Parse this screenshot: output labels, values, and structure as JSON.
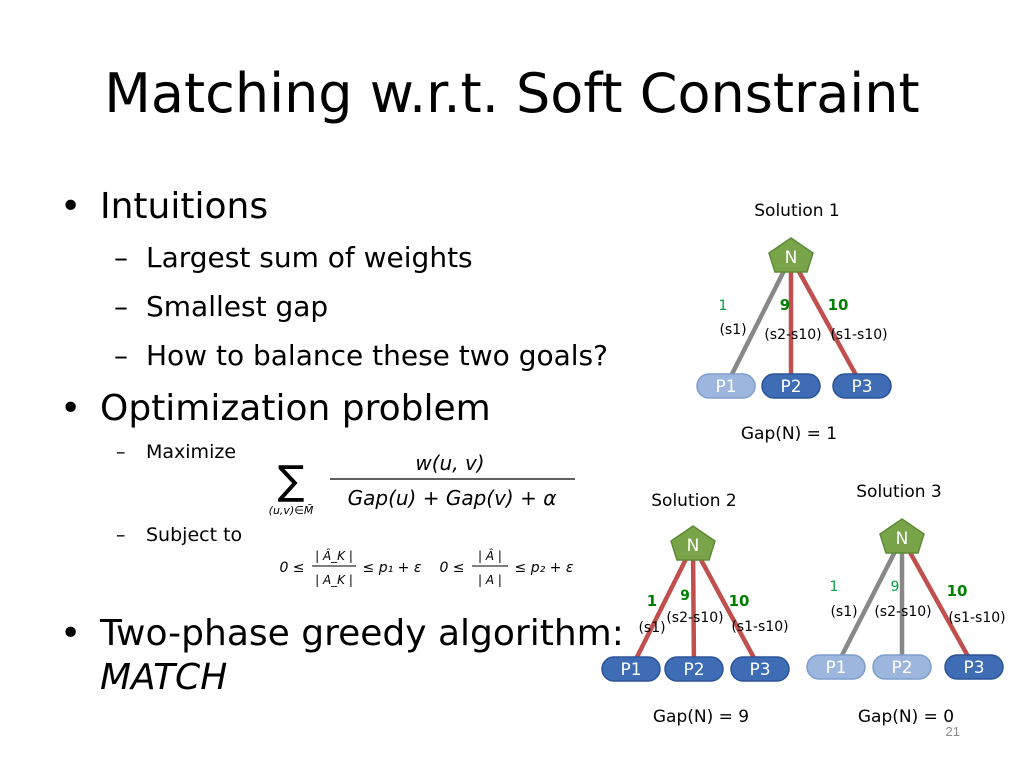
{
  "slide": {
    "title": "Matching w.r.t. Soft Constraint",
    "page_number": "21"
  },
  "bullets": {
    "intuitions": "Intuitions",
    "sub1": "Largest sum of weights",
    "sub2": "Smallest gap",
    "sub3": "How to balance these two goals?",
    "optimization": "Optimization problem",
    "maximize": "Maximize",
    "subject_to": "Subject to",
    "greedy_line1": "Two-phase greedy algorithm:",
    "greedy_line2": "MATCH",
    "bullet_glyph": "•",
    "dash_glyph": "–"
  },
  "formulas": {
    "maximize_numerator": "w(u, v)",
    "maximize_sum_sub": "(u,v)∈M̄",
    "maximize_denominator": "Gap(u) + Gap(v) + α",
    "c1_left": "0 ≤",
    "c1_num": "| Â_K |",
    "c1_den": "| A_K |",
    "c1_right": "≤ p₁ + ε",
    "c2_left": "0 ≤",
    "c2_num": "| Â |",
    "c2_den": "| A |",
    "c2_right": "≤ p₂ + ε"
  },
  "colors": {
    "node_green": "#7aa44a",
    "node_dark_blue": "#3e6db5",
    "node_light_blue": "#9db6de",
    "edge_gray": "#888888",
    "edge_red": "#c0504d",
    "label_green": "#00a040",
    "label_dark_green": "#008000"
  },
  "diagrams": [
    {
      "title": "Solution 1",
      "root": "N",
      "gap": "Gap(N) = 1",
      "edges": [
        {
          "weight": "1",
          "range": "(s1)",
          "highlight": false
        },
        {
          "weight": "9",
          "range": "(s2-s10)",
          "highlight": true
        },
        {
          "weight": "10",
          "range": "(s1-s10)",
          "highlight": true
        }
      ],
      "leaves": [
        {
          "label": "P1",
          "shade": "light"
        },
        {
          "label": "P2",
          "shade": "dark"
        },
        {
          "label": "P3",
          "shade": "dark"
        }
      ]
    },
    {
      "title": "Solution 2",
      "root": "N",
      "gap": "Gap(N) = 9",
      "edges": [
        {
          "weight": "1",
          "range": "(s1)",
          "highlight": true
        },
        {
          "weight": "9",
          "range": "(s2-s10)",
          "highlight": true
        },
        {
          "weight": "10",
          "range": "(s1-s10)",
          "highlight": true
        }
      ],
      "leaves": [
        {
          "label": "P1",
          "shade": "dark"
        },
        {
          "label": "P2",
          "shade": "dark"
        },
        {
          "label": "P3",
          "shade": "dark"
        }
      ]
    },
    {
      "title": "Solution 3",
      "root": "N",
      "gap": "Gap(N) = 0",
      "edges": [
        {
          "weight": "1",
          "range": "(s1)",
          "highlight": false
        },
        {
          "weight": "9",
          "range": "(s2-s10)",
          "highlight": false
        },
        {
          "weight": "10",
          "range": "(s1-s10)",
          "highlight": true
        }
      ],
      "leaves": [
        {
          "label": "P1",
          "shade": "light"
        },
        {
          "label": "P2",
          "shade": "light"
        },
        {
          "label": "P3",
          "shade": "dark"
        }
      ]
    }
  ]
}
